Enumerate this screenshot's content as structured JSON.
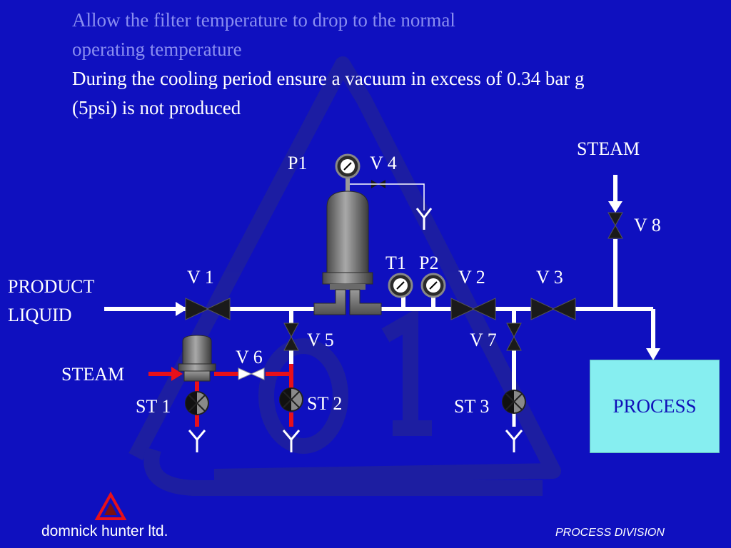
{
  "heading": {
    "line1": "Allow the filter temperature to drop to the normal",
    "line2": "operating temperature",
    "line3": "During the cooling period ensure a vacuum in excess of 0.34 bar g",
    "line4": "(5psi) is not produced"
  },
  "labels": {
    "steam_top": "STEAM",
    "p1": "P1",
    "v4": "V 4",
    "v8": "V 8",
    "t1": "T1",
    "p2": "P2",
    "v1": "V 1",
    "v2": "V 2",
    "v3": "V 3",
    "product_line1": "PRODUCT",
    "product_line2": "LIQUID",
    "v5": "V 5",
    "v7": "V 7",
    "v6": "V 6",
    "steam_left": "STEAM",
    "st1": "ST 1",
    "st2": "ST 2",
    "st3": "ST 3"
  },
  "process_box": {
    "label": "PROCESS",
    "fill": "#86eef0",
    "text_color": "#1010b8"
  },
  "footer": {
    "company": "domnick hunter ltd.",
    "division": "PROCESS DIVISION"
  },
  "colors": {
    "background": "#0f10bf",
    "pipe": "#ffffff",
    "steam_pipe": "#e8101a",
    "heading_secondary": "#8a8ef0",
    "watermark": "#1e1fa0"
  },
  "icons": [
    "pressure-gauge-icon",
    "temperature-gauge-icon",
    "valve-icon",
    "steam-trap-icon",
    "drain-icon",
    "filter-housing-icon",
    "logo-triangle-icon"
  ]
}
